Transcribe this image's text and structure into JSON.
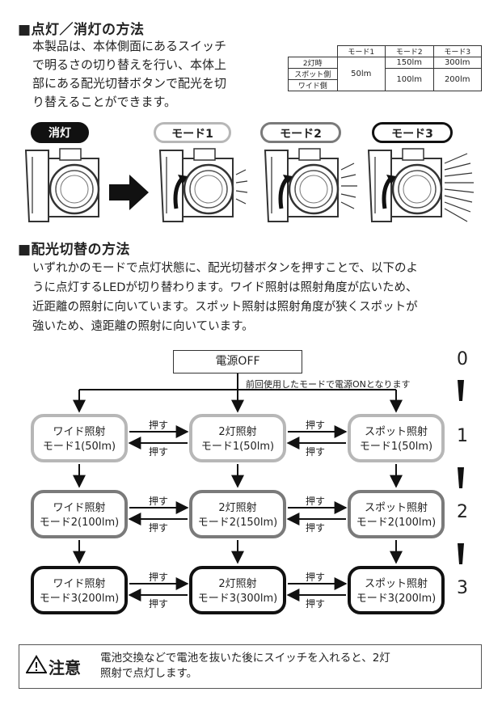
{
  "section1": {
    "title": "■点灯／消灯の方法",
    "intro": [
      "本製品は、本体側面にあるスイッチ",
      "で明るさの切り替えを行い、本体上",
      "部にある配光切替ボタンで配光を切",
      "り替えることができます。"
    ]
  },
  "spec_table": {
    "headers": [
      "モード1",
      "モード2",
      "モード3"
    ],
    "rows": [
      {
        "label": "2灯時",
        "m2": "150lm",
        "m3": "300lm"
      },
      {
        "label": "スポット側"
      },
      {
        "label": "ワイド側",
        "m2": "100lm",
        "m3": "200lm"
      }
    ],
    "m1_shared": "50lm"
  },
  "modes": {
    "off": "消灯",
    "mode1": "モード1",
    "mode2": "モード2",
    "mode3": "モード3"
  },
  "section2": {
    "title": "■配光切替の方法",
    "body": [
      "いずれかのモードで点灯状態に、配光切替ボタンを押すことで、以下のよ",
      "うに点灯するLEDが切り替わります。ワイド照射は照射角度が広いため、",
      "近距離の照射に向いています。スポット照射は照射角度が狭くスポットが",
      "強いため、遠距離の照射に向いています。"
    ]
  },
  "flow": {
    "power_off": "電源OFF",
    "note": "前回使用したモードで電源ONとなります",
    "push": "押す",
    "levels": [
      "0",
      "1",
      "2",
      "3"
    ],
    "wide": "ワイド照射",
    "dual": "2灯照射",
    "spot": "スポット照射",
    "row1": {
      "wide": "モード1(50lm)",
      "dual": "モード1(50lm)",
      "spot": "モード1(50lm)"
    },
    "row2": {
      "wide": "モード2(100lm)",
      "dual": "モード2(150lm)",
      "spot": "モード2(100lm)"
    },
    "row3": {
      "wide": "モード3(200lm)",
      "dual": "モード3(300lm)",
      "spot": "モード3(200lm)"
    }
  },
  "caution": {
    "label": "注意",
    "text": [
      "電池交換などで電池を抜いた後にスイッチを入れると、2灯",
      "照射で点灯します。"
    ]
  }
}
